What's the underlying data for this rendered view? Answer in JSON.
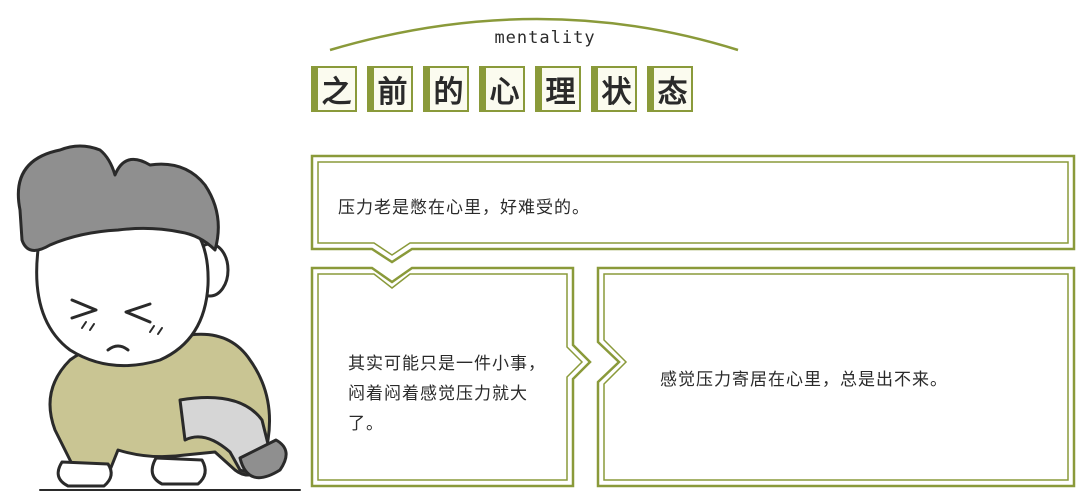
{
  "header": {
    "subtitle": "mentality",
    "title_chars": [
      "之",
      "前",
      "的",
      "心",
      "理",
      "状",
      "态"
    ]
  },
  "boxes": {
    "top": "压力老是憋在心里，好难受的。",
    "left": "其实可能只是一件小事，闷着闷着感觉压力就大了。",
    "right": "感觉压力寄居在心里，总是出不来。"
  },
  "colors": {
    "accent": "#8a9a3a",
    "shirt": "#c9c593",
    "hair": "#8f8f8f"
  },
  "icons": [
    "stressed-person-illustration"
  ]
}
